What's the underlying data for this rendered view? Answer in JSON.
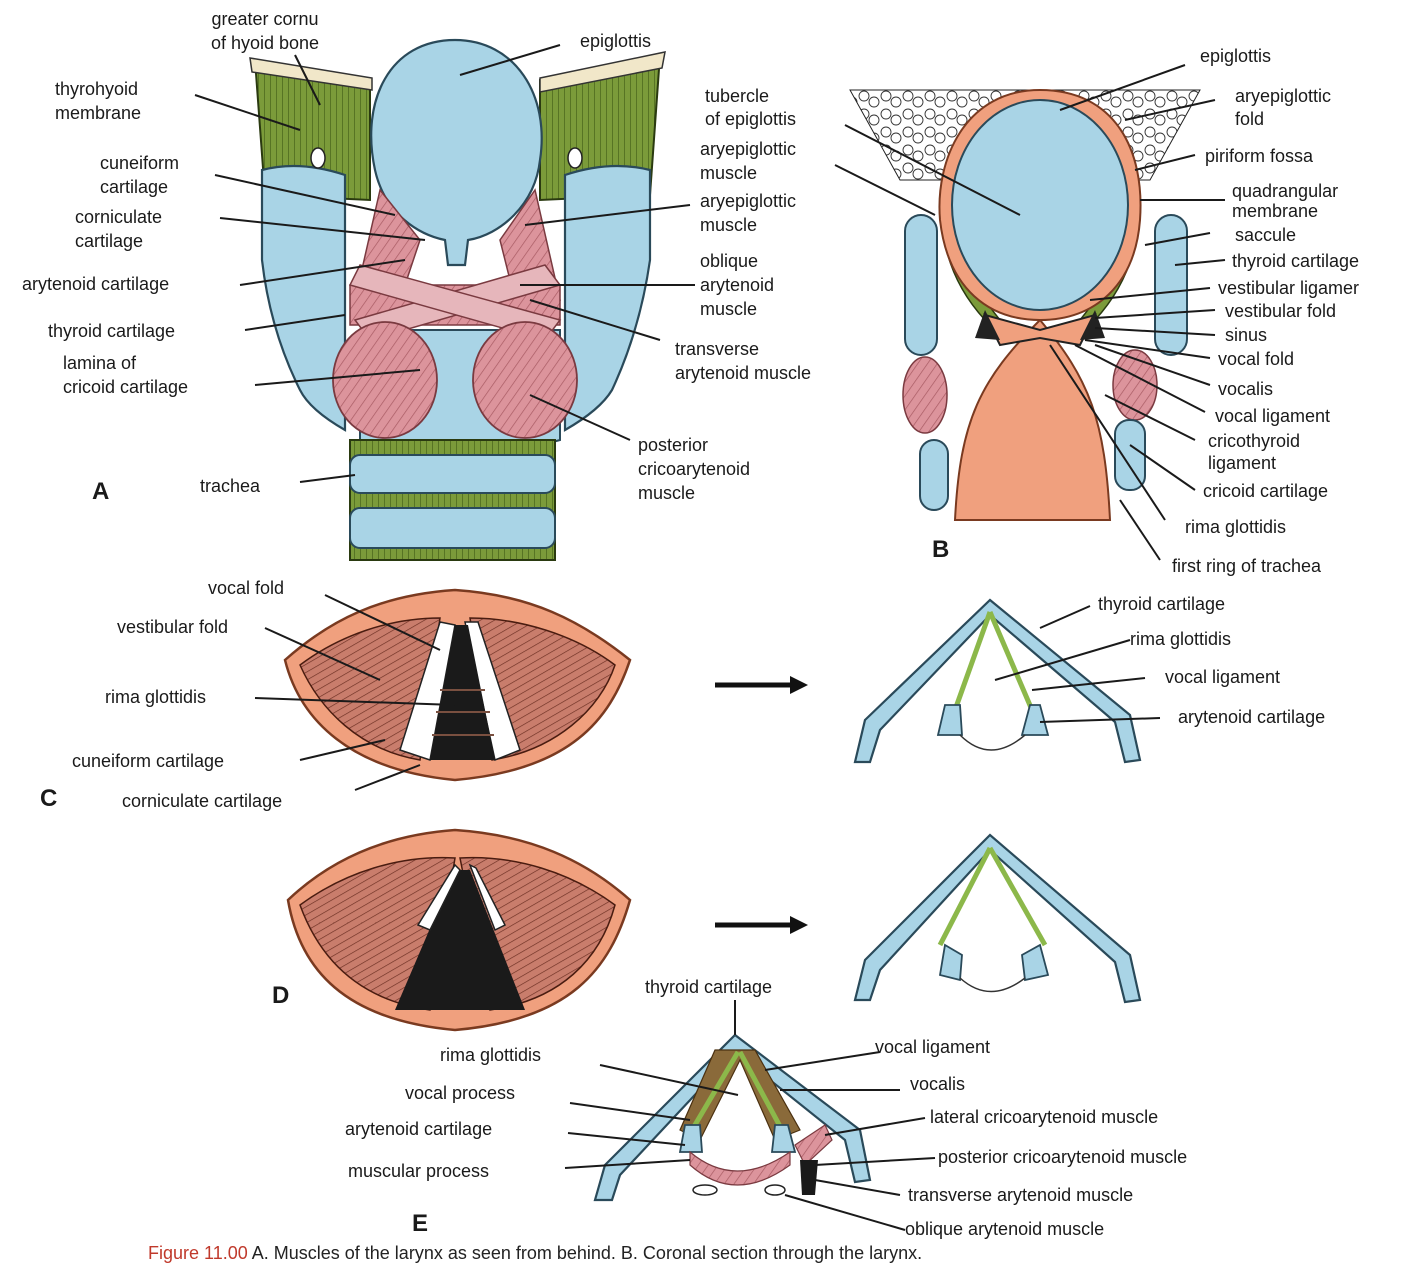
{
  "colors": {
    "cartilage": "#a9d4e6",
    "cartilage_stroke": "#2a4a5a",
    "membrane_green": "#7b9b3a",
    "muscle_pink": "#d98d96",
    "muscle_light": "#e6b6bb",
    "mucosa_salmon": "#f0a07e",
    "ligament_green": "#8cb84a",
    "ink": "#1a1a1a"
  },
  "panels": {
    "a": "A",
    "b": "B",
    "c": "C",
    "d": "D",
    "e": "E"
  },
  "labels_a": {
    "greater_cornu": "greater cornu",
    "of_hyoid_bone": "of hyoid bone",
    "epiglottis": "epiglottis",
    "thyrohyoid": "thyrohyoid",
    "membrane": "membrane",
    "cuneiform": "cuneiform",
    "cartilage_1": "cartilage",
    "corniculate": "corniculate",
    "cartilage_2": "cartilage",
    "arytenoid_cartilage": "arytenoid cartilage",
    "thyroid_cartilage": "thyroid cartilage",
    "lamina_of": "lamina of",
    "cricoid_cartilage": "cricoid cartilage",
    "trachea": "trachea",
    "aryepiglottic_1": "aryepiglottic",
    "muscle_1": "muscle",
    "oblique": "oblique",
    "arytenoid_1": "arytenoid",
    "muscle_2": "muscle",
    "transverse": "transverse",
    "arytenoid_muscle": "arytenoid muscle",
    "posterior": "posterior",
    "cricoarytenoid": "cricoarytenoid",
    "muscle_3": "muscle"
  },
  "labels_b": {
    "tubercle": "tubercle",
    "of_epiglottis": "of epiglottis",
    "aryepiglottic": "aryepiglottic",
    "muscle": "muscle",
    "epiglottis": "epiglottis",
    "aryepiglottic_fold_1": "aryepiglottic",
    "fold": "fold",
    "piriform_fossa": "piriform fossa",
    "quadrangular": "quadrangular",
    "membrane": "membrane",
    "saccule": "saccule",
    "thyroid_cartilage": "thyroid cartilage",
    "vestibular_ligament": "vestibular ligamer",
    "vestibular_fold": "vestibular fold",
    "sinus": "sinus",
    "vocal_fold": "vocal fold",
    "vocalis": "vocalis",
    "vocal_ligament": "vocal ligament",
    "cricothyroid": "cricothyroid",
    "ligament": "ligament",
    "cricoid_cartilage": "cricoid cartilage",
    "rima_glottidis": "rima glottidis",
    "first_ring": "first ring of trachea"
  },
  "labels_c": {
    "vocal_fold": "vocal fold",
    "vestibular_fold": "vestibular fold",
    "rima_glottidis": "rima glottidis",
    "cuneiform_cartilage": "cuneiform cartilage",
    "corniculate_cartilage": "corniculate cartilage",
    "thyroid_cartilage": "thyroid cartilage",
    "rima_glottidis_r": "rima glottidis",
    "vocal_ligament": "vocal ligament",
    "arytenoid_cartilage": "arytenoid cartilage"
  },
  "labels_e": {
    "thyroid_cartilage": "thyroid cartilage",
    "rima_glottidis": "rima glottidis",
    "vocal_process": "vocal process",
    "arytenoid_cartilage": "arytenoid cartilage",
    "muscular_process": "muscular process",
    "vocal_ligament": "vocal ligament",
    "vocalis": "vocalis",
    "lateral_cricoarytenoid": "lateral cricoarytenoid muscle",
    "posterior_cricoarytenoid": "posterior cricoarytenoid muscle",
    "transverse_arytenoid": "transverse arytenoid muscle",
    "oblique_arytenoid": "oblique arytenoid muscle"
  },
  "caption": {
    "figure_number": "Figure 11.00",
    "text": "A. Muscles of the larynx as seen from behind. B. Coronal section through the larynx."
  }
}
